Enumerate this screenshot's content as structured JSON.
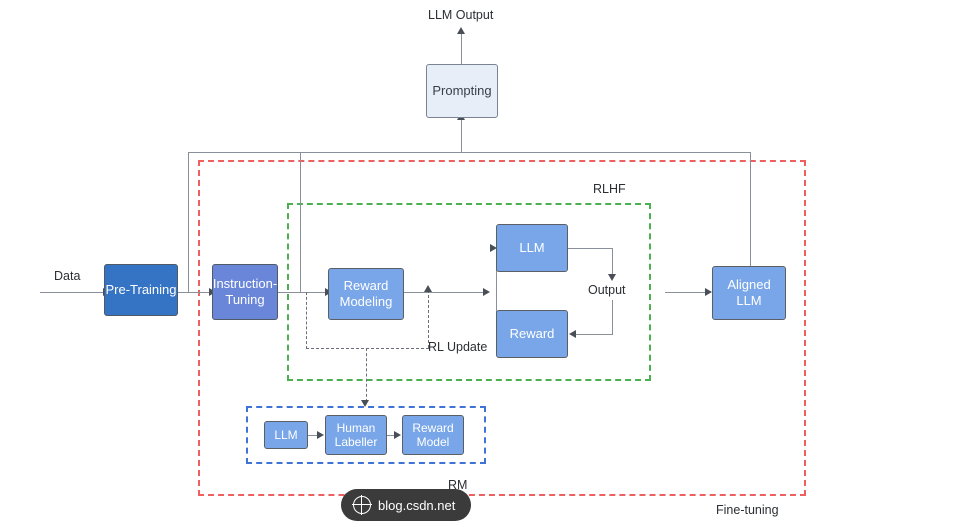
{
  "diagram": {
    "title": "LLM alignment pipeline",
    "colors": {
      "pretraining_blue": "#3573c4",
      "instruction_blue": "#6a86d8",
      "node_blue": "#79a6e8",
      "prompting_pale": "#e8eef8",
      "frame_red": "#ee5f5f",
      "frame_green": "#4cb050",
      "frame_blue": "#3f73d8",
      "connector_gray": "#8a9099"
    }
  },
  "nodes": {
    "pretraining": "Pre-Training",
    "instruction_tuning": "Instruction-\nTuning",
    "reward_modeling": "Reward\nModeling",
    "llm": "LLM",
    "reward": "Reward",
    "prompting": "Prompting",
    "aligned_llm": "Aligned\nLLM",
    "rm_llm": "LLM",
    "rm_human_labeller": "Human\nLabeller",
    "rm_reward_model": "Reward\nModel"
  },
  "labels": {
    "data": "Data",
    "llm_output": "LLM Output",
    "output": "Output",
    "rl_update": "RL Update",
    "rlhf": "RLHF",
    "rm": "RM",
    "fine_tuning": "Fine-tuning"
  },
  "watermark": {
    "text": "blog.csdn.net",
    "icon": "globe-icon"
  }
}
